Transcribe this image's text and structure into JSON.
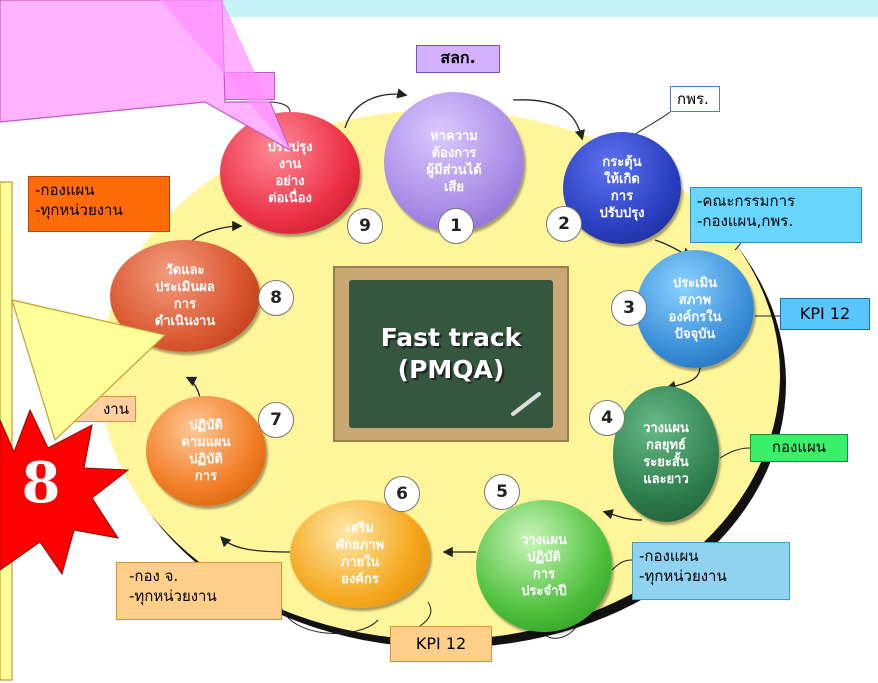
{
  "center_board": {
    "line1": "Fast track",
    "line2": "(PMQA)"
  },
  "nodes": [
    {
      "num": "1",
      "label": "หาความ\nต้องการ\nผู้มีส่วนได้\nเสีย",
      "color": "#a98be6"
    },
    {
      "num": "2",
      "label": "กระตุ้น\nให้เกิด\nการ\nปรับปรุง",
      "color": "#2a3fbf"
    },
    {
      "num": "3",
      "label": "ประเมิน\nสภาพ\nองค์กรใน\nปัจจุบัน",
      "color": "#3a8fd9"
    },
    {
      "num": "4",
      "label": "วางแผน\nกลยุทธ์\nระยะสั้น\nและยาว",
      "color": "#2f7f4f"
    },
    {
      "num": "5",
      "label": "วางแผน\nปฏิบัติ\nการ\nประจำปี",
      "color": "#4cbf3a"
    },
    {
      "num": "6",
      "label": "เสริม\nศักยภาพ\nภายใน\nองค์กร",
      "color": "#f5a81e"
    },
    {
      "num": "7",
      "label": "ปฏิบัติ\nตามแผน\nปฏิบัติ\nการ",
      "color": "#f07b22"
    },
    {
      "num": "8",
      "label": "วัดและ\nประเมินผล\nการ\nดำเนินงาน",
      "color": "#d9552e"
    },
    {
      "num": "9",
      "label": "ปรับปรุง\nงาน\nอย่าง\nต่อเนื่อง",
      "color": "#ec3045"
    }
  ],
  "labels": {
    "solk": "สลก.",
    "kpr": "กพร.",
    "kp_top": "กพร.",
    "committee_1": "-คณะกรรมการ",
    "committee_2": "-กองแผน,กพร.",
    "kpi_right": "KPI 12",
    "kongphaen_right": "กองแผน",
    "plan5_1": "-กองแผน",
    "plan5_2": "-ทุกหน่วยงาน",
    "kpi_bottom": "KPI 12",
    "plan6_1": "-กอง จ.",
    "plan6_2": "-ทุกหน่วยงาน",
    "plan9_1": "-กองแผน",
    "plan9_2": "-ทุกหน่วยงาน",
    "unit7": "งาน"
  },
  "burst_number": "8"
}
